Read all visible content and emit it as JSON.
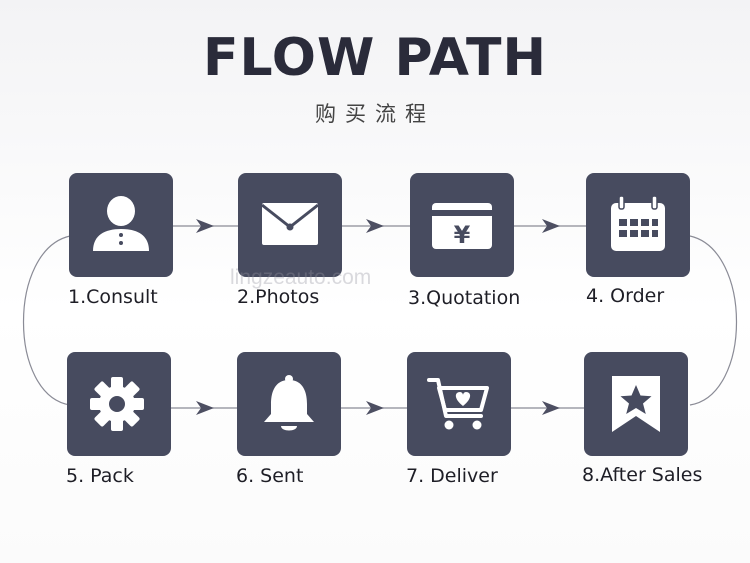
{
  "header": {
    "title": "FLOW PATH",
    "subtitle": "购买流程"
  },
  "steps": [
    {
      "label": "1.Consult",
      "icon": "person-icon"
    },
    {
      "label": "2.Photos",
      "icon": "envelope-icon"
    },
    {
      "label": "3.Quotation",
      "icon": "yen-card-icon"
    },
    {
      "label": "4. Order",
      "icon": "calendar-icon"
    },
    {
      "label": "5. Pack",
      "icon": "gear-icon"
    },
    {
      "label": "6. Sent",
      "icon": "bell-icon"
    },
    {
      "label": "7. Deliver",
      "icon": "cart-heart-icon"
    },
    {
      "label": "8.After Sales",
      "icon": "star-ribbon-icon"
    }
  ],
  "watermark": "lingzeauto.com",
  "colors": {
    "tile": "#474b5f",
    "line": "#8a8b96",
    "arrow": "#4d4f62",
    "text": "#1e1e26"
  }
}
